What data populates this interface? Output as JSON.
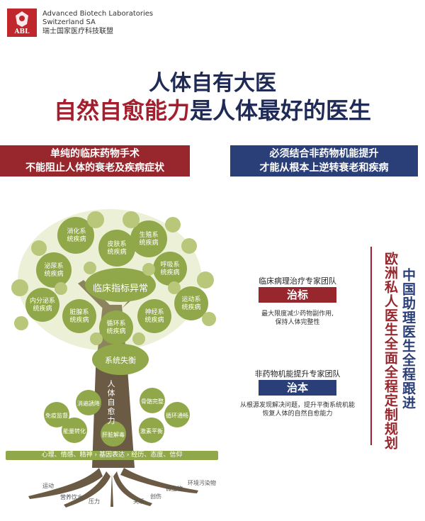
{
  "logo": {
    "text": "ABL"
  },
  "company": {
    "line1": "Advanced Biotech Laboratories",
    "line2": "Switzerland SA",
    "line3": "瑞士国家医疗科技联盟"
  },
  "headline": {
    "line1": "人体自有大医",
    "line2_red": "自然自愈能力",
    "line2_blue": "是人体最好的医生"
  },
  "banners": {
    "left": {
      "line1": "单纯的临床药物手术",
      "line2": "不能阻止人体的衰老及疾病症状"
    },
    "right": {
      "line1": "必须结合非药物机能提升",
      "line2": "才能从根本上逆转衰老和疾病"
    }
  },
  "panel": {
    "team1": {
      "label": "临床病理治疗专家团队",
      "tag": "治标",
      "desc1": "最大限度减少药物副作用,",
      "desc2": "保持人体完整性"
    },
    "team2": {
      "label": "非药物机能提升专家团队",
      "tag": "治本",
      "desc1": "从根源发现解决问题，提升平衡系统机能",
      "desc2": "恢复人体的自然自愈能力"
    }
  },
  "vertical": {
    "col1": "中国助理医生全程跟进",
    "col2": "欧洲私人医生全面全程定制规划"
  },
  "tree": {
    "systems": [
      "消化系统疾病",
      "皮肤系统疾病",
      "生殖系统疾病",
      "泌尿系统疾病",
      "呼吸系统疾病",
      "内分泌系统疾病",
      "运动系统疾病",
      "脏腺系统疾病",
      "循环系统疾病",
      "神经系统疾病"
    ],
    "center": "临床指标异常",
    "balance": "系统失衡",
    "trunk": "人体自愈力",
    "roots": [
      "消遍誘降",
      "骨骼完整",
      "免疫监督",
      "循环通畅",
      "能量转化",
      "肝脏解毒",
      "激素平衡"
    ],
    "foundation": "心理、情感、精神 › 基因表达 › 经历、态度、信仰",
    "root_labels": [
      "运动",
      "营养饮水",
      "压力",
      "关系",
      "创伤",
      "微生物",
      "环境污染物"
    ]
  },
  "colors": {
    "red": "#98272d",
    "blue": "#2a3f78",
    "green": "#91a84a"
  }
}
